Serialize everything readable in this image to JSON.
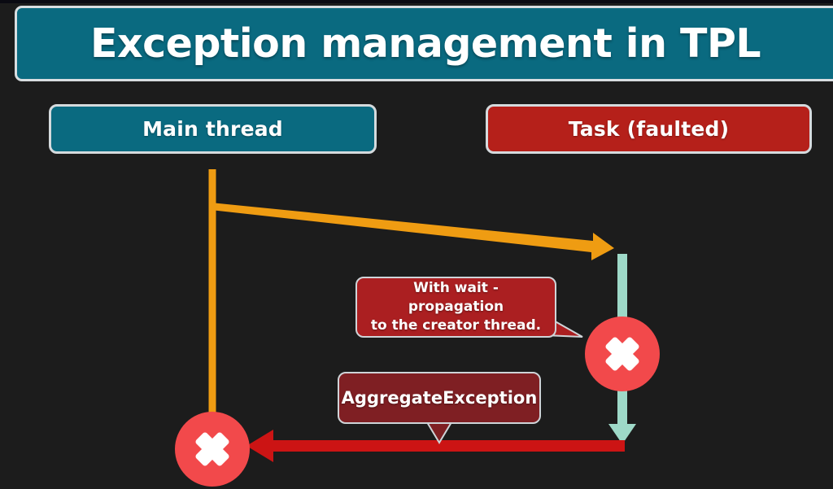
{
  "slide": {
    "title": "Exception management in TPL",
    "background_color": "#1c1c1c"
  },
  "lanes": [
    {
      "id": "main-thread",
      "label": "Main thread",
      "color": "#0a6a80",
      "border_color": "#d5dadd"
    },
    {
      "id": "task-faulted",
      "label": "Task (faulted)",
      "color": "#b5201a",
      "border_color": "#d5dadd"
    }
  ],
  "callouts": [
    {
      "id": "with-wait",
      "line1": "With wait - propagation",
      "line2": "to the creator thread.",
      "color": "#ab1f21",
      "tail_direction": "right-down"
    },
    {
      "id": "aggregate-exception",
      "label": "AggregateException",
      "color": "#7f1f23",
      "tail_direction": "down"
    }
  ],
  "connectors": [
    {
      "id": "main-to-task",
      "name": "start-task-arrow",
      "color": "#ef9c12",
      "direction": "right",
      "from": "main thread",
      "to": "task"
    },
    {
      "id": "main-thread-lifeline",
      "name": "main-thread-lifeline",
      "color": "#ef9c12",
      "orientation": "vertical"
    },
    {
      "id": "task-lifeline",
      "name": "task-lifeline-arrow",
      "color": "#9ed9c8",
      "orientation": "vertical",
      "direction": "down"
    },
    {
      "id": "task-to-main",
      "name": "exception-propagation-arrow",
      "color": "#cc1414",
      "direction": "left",
      "from": "task",
      "to": "main thread"
    }
  ],
  "markers": [
    {
      "id": "task-failure",
      "icon": "cross-mark-icon",
      "color": "#f2494b",
      "glyph_color": "#ffffff"
    },
    {
      "id": "main-thread-failure",
      "icon": "cross-mark-icon",
      "color": "#f2494b",
      "glyph_color": "#ffffff"
    }
  ]
}
